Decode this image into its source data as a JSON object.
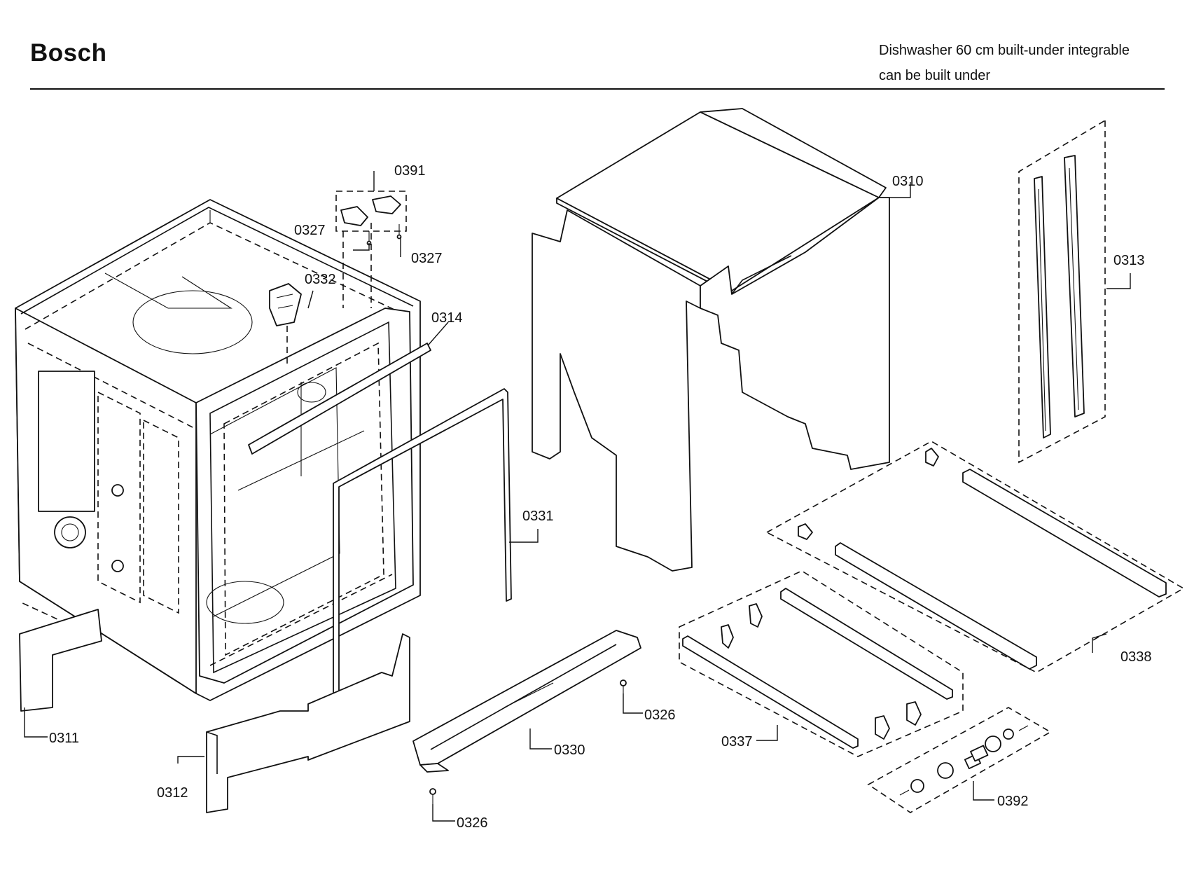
{
  "header": {
    "brand": "Bosch",
    "subtitle_line1": "Dishwasher 60 cm built-under integrable",
    "subtitle_line2": "can be built under"
  },
  "part_labels": {
    "p0391": "0391",
    "p0327a": "0327",
    "p0327b": "0327",
    "p0332": "0332",
    "p0314": "0314",
    "p0310": "0310",
    "p0313": "0313",
    "p0331": "0331",
    "p0338": "0338",
    "p0311": "0311",
    "p0312": "0312",
    "p0330": "0330",
    "p0326a": "0326",
    "p0326b": "0326",
    "p0337": "0337",
    "p0392": "0392"
  }
}
